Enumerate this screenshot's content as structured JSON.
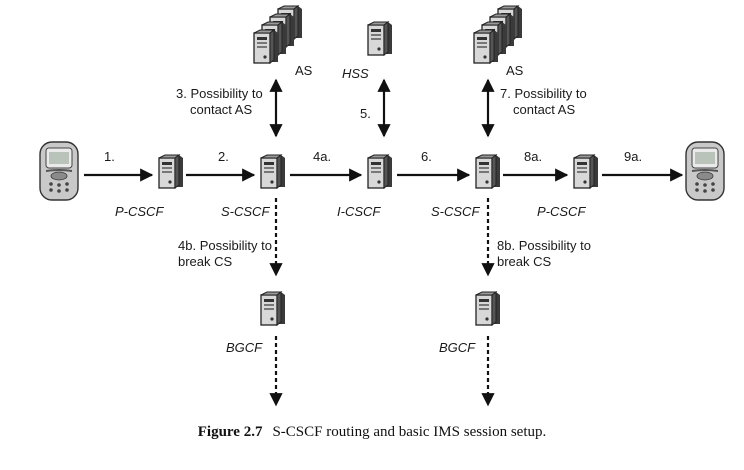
{
  "nodes": {
    "p_cscf_left": "P-CSCF",
    "s_cscf_left": "S-CSCF",
    "i_cscf": "I-CSCF",
    "s_cscf_right": "S-CSCF",
    "p_cscf_right": "P-CSCF",
    "hss": "HSS",
    "as_left": "AS",
    "as_right": "AS",
    "bgcf_left": "BGCF",
    "bgcf_right": "BGCF"
  },
  "steps": {
    "s1": "1.",
    "s2": "2.",
    "s3_num": "3.",
    "s3_line1": "Possibility to",
    "s3_line2": "contact AS",
    "s4a": "4a.",
    "s4b_num": "4b.",
    "s4b_line1": "Possibility to",
    "s4b_line2": "break CS",
    "s5": "5.",
    "s6": "6.",
    "s7_num": "7.",
    "s7_line1": "Possibility to",
    "s7_line2": "contact AS",
    "s8a": "8a.",
    "s8b_num": "8b.",
    "s8b_line1": "Possibility to",
    "s8b_line2": "break CS",
    "s9a": "9a."
  },
  "caption": {
    "number": "Figure 2.7",
    "text": "S-CSCF routing and basic IMS session setup."
  },
  "icons": {
    "phone": "mobile-phone-icon",
    "server": "server-icon",
    "server_stack": "server-stack-icon"
  }
}
